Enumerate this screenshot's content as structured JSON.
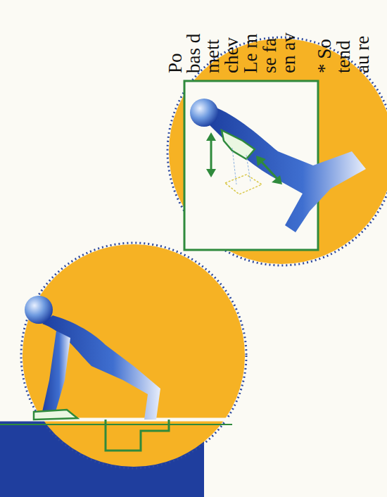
{
  "diagram": {
    "labels": [
      "Po",
      "bas d",
      "mett",
      "chev",
      "Le m",
      "se fa",
      "en av",
      "* So",
      "tend",
      "au re"
    ]
  }
}
